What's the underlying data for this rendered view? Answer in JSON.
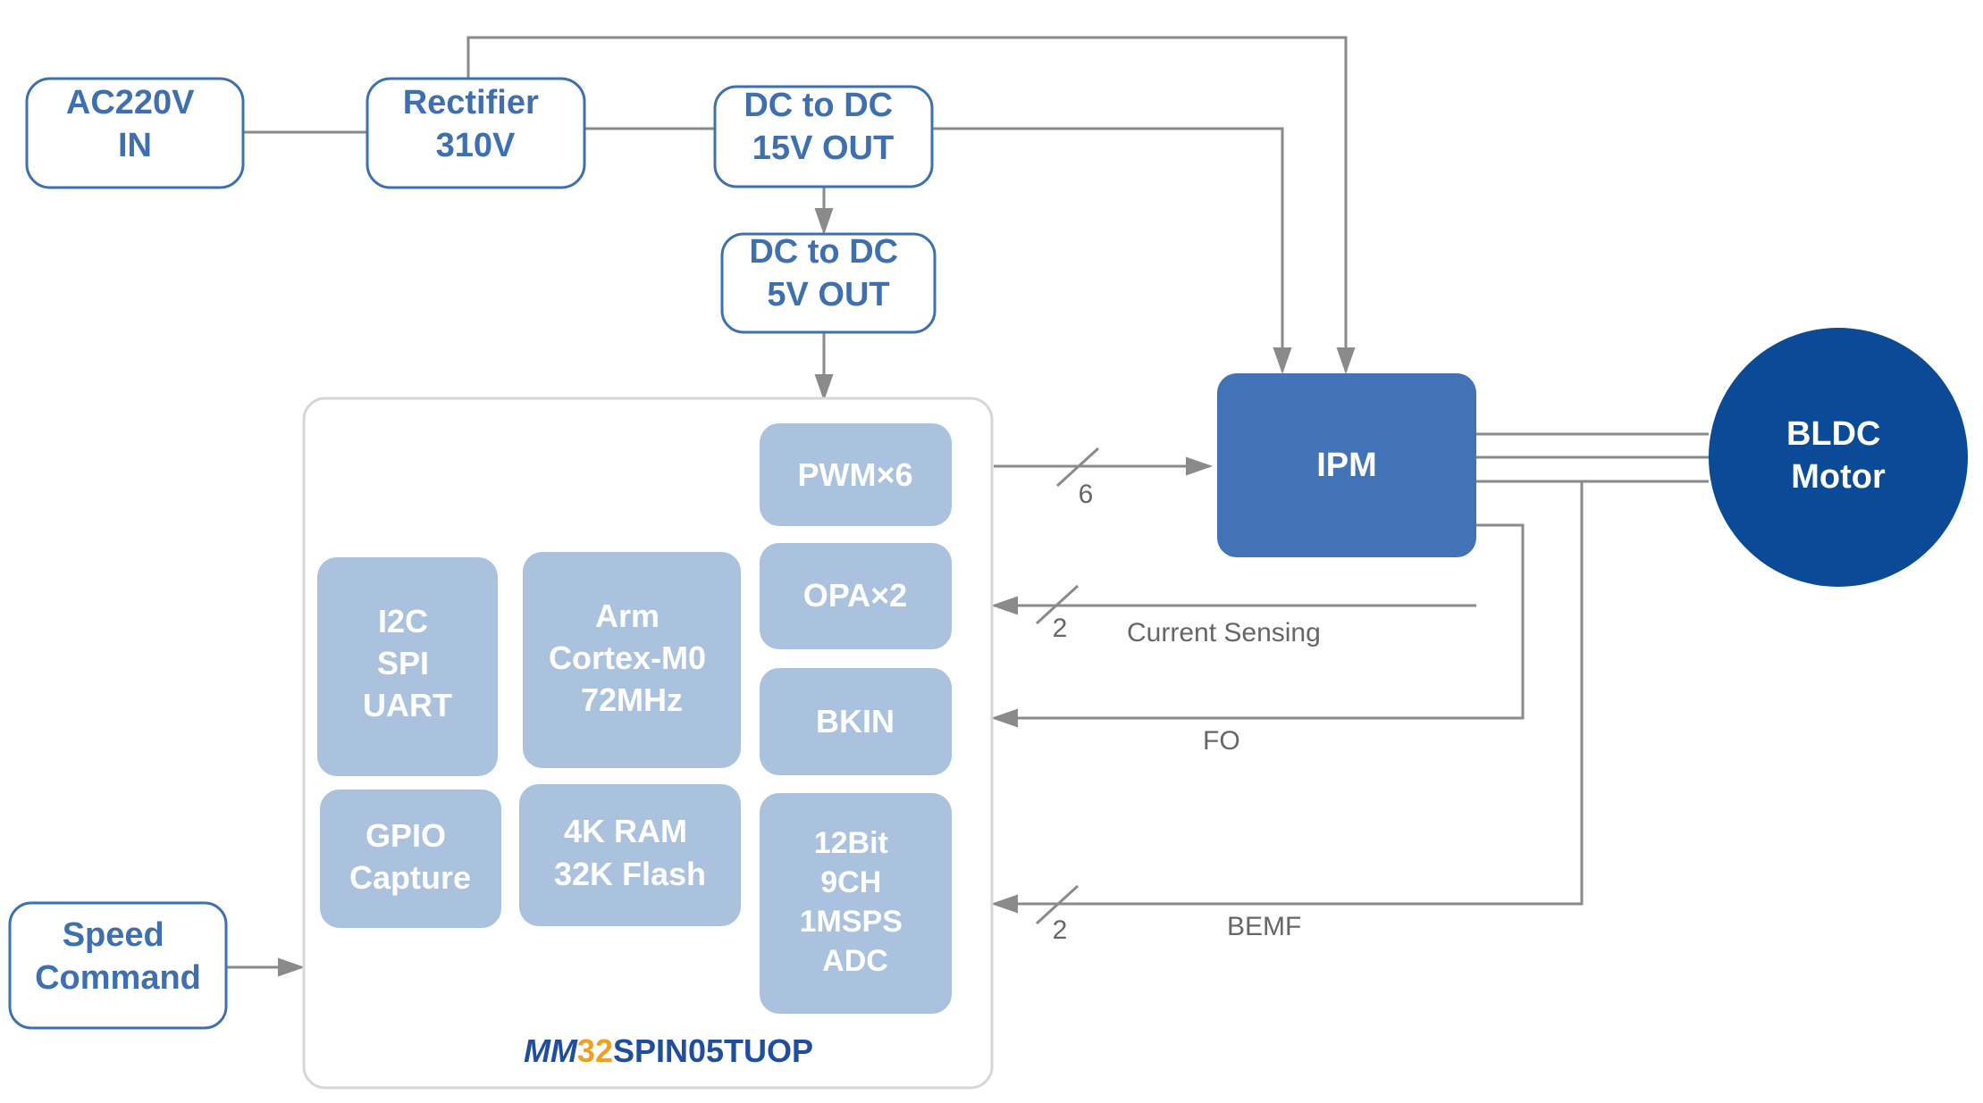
{
  "colors": {
    "outline_blue": "#3e70b1",
    "text_blue": "#3e70b1",
    "block_fill": "#abc2de",
    "ipm_fill": "#4273b6",
    "motor_fill": "#0b4a96",
    "line_gray": "#8a8a8a",
    "chip_border": "#d6d6d6",
    "brand_dark": "#1f4da0",
    "brand_orange": "#f0a01e"
  },
  "nodes": {
    "ac_in": [
      "AC220V",
      "IN"
    ],
    "rectifier": [
      "Rectifier",
      "310V"
    ],
    "dc15": [
      "DC to DC",
      "15V OUT"
    ],
    "dc5": [
      "DC to DC",
      "5V OUT"
    ],
    "speed": [
      "Speed",
      "Command"
    ],
    "ipm": [
      "IPM"
    ],
    "motor": [
      "BLDC",
      "Motor"
    ]
  },
  "chip": {
    "brand_a": "MM",
    "brand_b": "32",
    "brand_c": "SPIN05TUOP",
    "blocks": {
      "pwm": [
        "PWM×6"
      ],
      "opa": [
        "OPA×2"
      ],
      "bkin": [
        "BKIN"
      ],
      "adc": [
        "12Bit",
        "9CH",
        "1MSPS",
        "ADC"
      ],
      "comm": [
        "I2C",
        "SPI",
        "UART"
      ],
      "core": [
        "Arm",
        "Cortex-M0",
        "72MHz"
      ],
      "gpio": [
        "GPIO",
        "Capture"
      ],
      "mem": [
        "4K RAM",
        "32K Flash"
      ]
    }
  },
  "signals": {
    "pwm_count": "6",
    "opa_count": "2",
    "adc_count": "2",
    "current_sensing": "Current Sensing",
    "fo": "FO",
    "bemf": "BEMF"
  }
}
